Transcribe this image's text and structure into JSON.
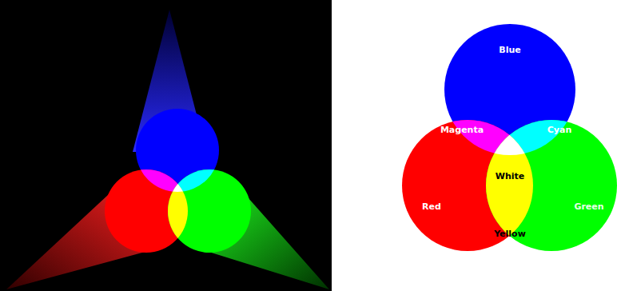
{
  "diagram": {
    "nodes": [
      {
        "text": [
          "Blue"
        ]
      },
      {
        "text": [
          "Red"
        ]
      },
      {
        "text": [
          "Green"
        ]
      }
    ],
    "labels": [
      "Magenta",
      "Cyan",
      "White",
      "Yellow"
    ]
  }
}
